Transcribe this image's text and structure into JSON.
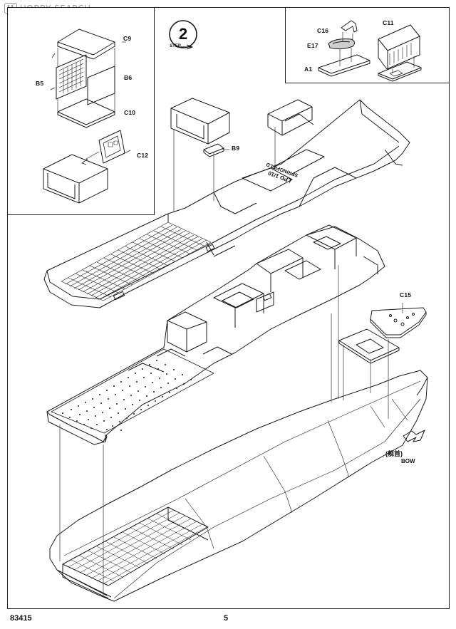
{
  "watermark": {
    "logo_box": "H",
    "text": "HOBBY SEARCH"
  },
  "step": {
    "number": "2",
    "word": "STEP"
  },
  "deck_marking": {
    "line1": "LPD 1/10",
    "line2": "SPRINGFIELD"
  },
  "bow": {
    "japanese": "(舰首)",
    "english": "BOW"
  },
  "parts": {
    "c9": "C9",
    "b5": "B5",
    "b6": "B6",
    "c10": "C10",
    "c12": "C12",
    "c16": "C16",
    "c11": "C11",
    "e17": "E17",
    "a1": "A1",
    "b9": "B9",
    "c15": "C15"
  },
  "footer": {
    "code": "83415",
    "page": "5"
  }
}
